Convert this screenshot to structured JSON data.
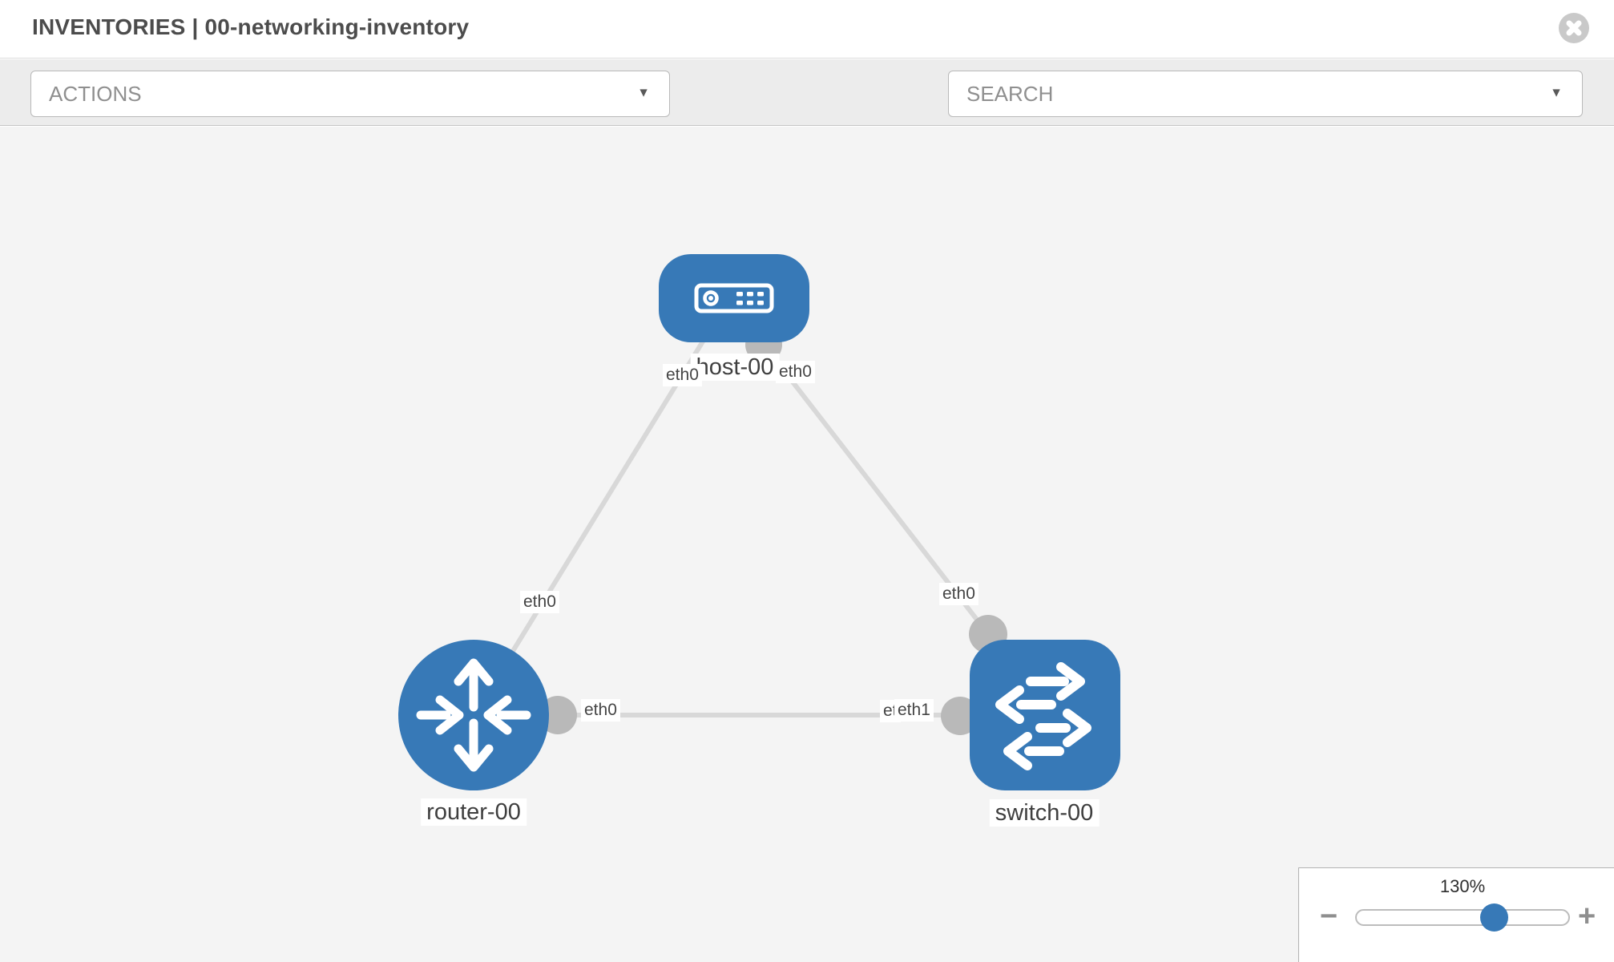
{
  "header": {
    "title": "INVENTORIES | 00-networking-inventory"
  },
  "toolbar": {
    "actions_placeholder": "ACTIONS",
    "search_placeholder": "SEARCH"
  },
  "icons": {
    "caret_down": "▼",
    "close": "x-circle",
    "wrench": "wrench",
    "key": "key"
  },
  "theme": {
    "node_blue": "#3779b7",
    "port_gray": "#b9b9b9",
    "link_gray": "#d8d8d8",
    "canvas_bg": "#f4f4f4",
    "toolbar_bg": "#ececec",
    "border_gray": "#c6c6c6",
    "chip_text": "#454545",
    "icon_gray": "#6d737b",
    "placeholder_gray": "#8f8f8f",
    "title_gray": "#4c4c4c",
    "close_gray": "#c9c9c9"
  },
  "diagram": {
    "nodes": [
      {
        "id": "host-00",
        "label": "host-00",
        "type": "host",
        "icon": "server-icon"
      },
      {
        "id": "router-00",
        "label": "router-00",
        "type": "router",
        "icon": "router-arrows-icon"
      },
      {
        "id": "switch-00",
        "label": "switch-00",
        "type": "switch",
        "icon": "switch-arrows-icon"
      }
    ],
    "links": [
      {
        "from": "host-00",
        "to": "router-00",
        "from_label": "eth0",
        "to_label": "eth0"
      },
      {
        "from": "host-00",
        "to": "switch-00",
        "from_label": "eth0",
        "to_label": "eth0"
      },
      {
        "from": "router-00",
        "to": "switch-00",
        "from_label": "eth0",
        "to_label": "eth1",
        "clipped_label": "et"
      }
    ]
  },
  "zoom_control": {
    "level": "130%",
    "minus_label": "−",
    "plus_label": "+"
  }
}
